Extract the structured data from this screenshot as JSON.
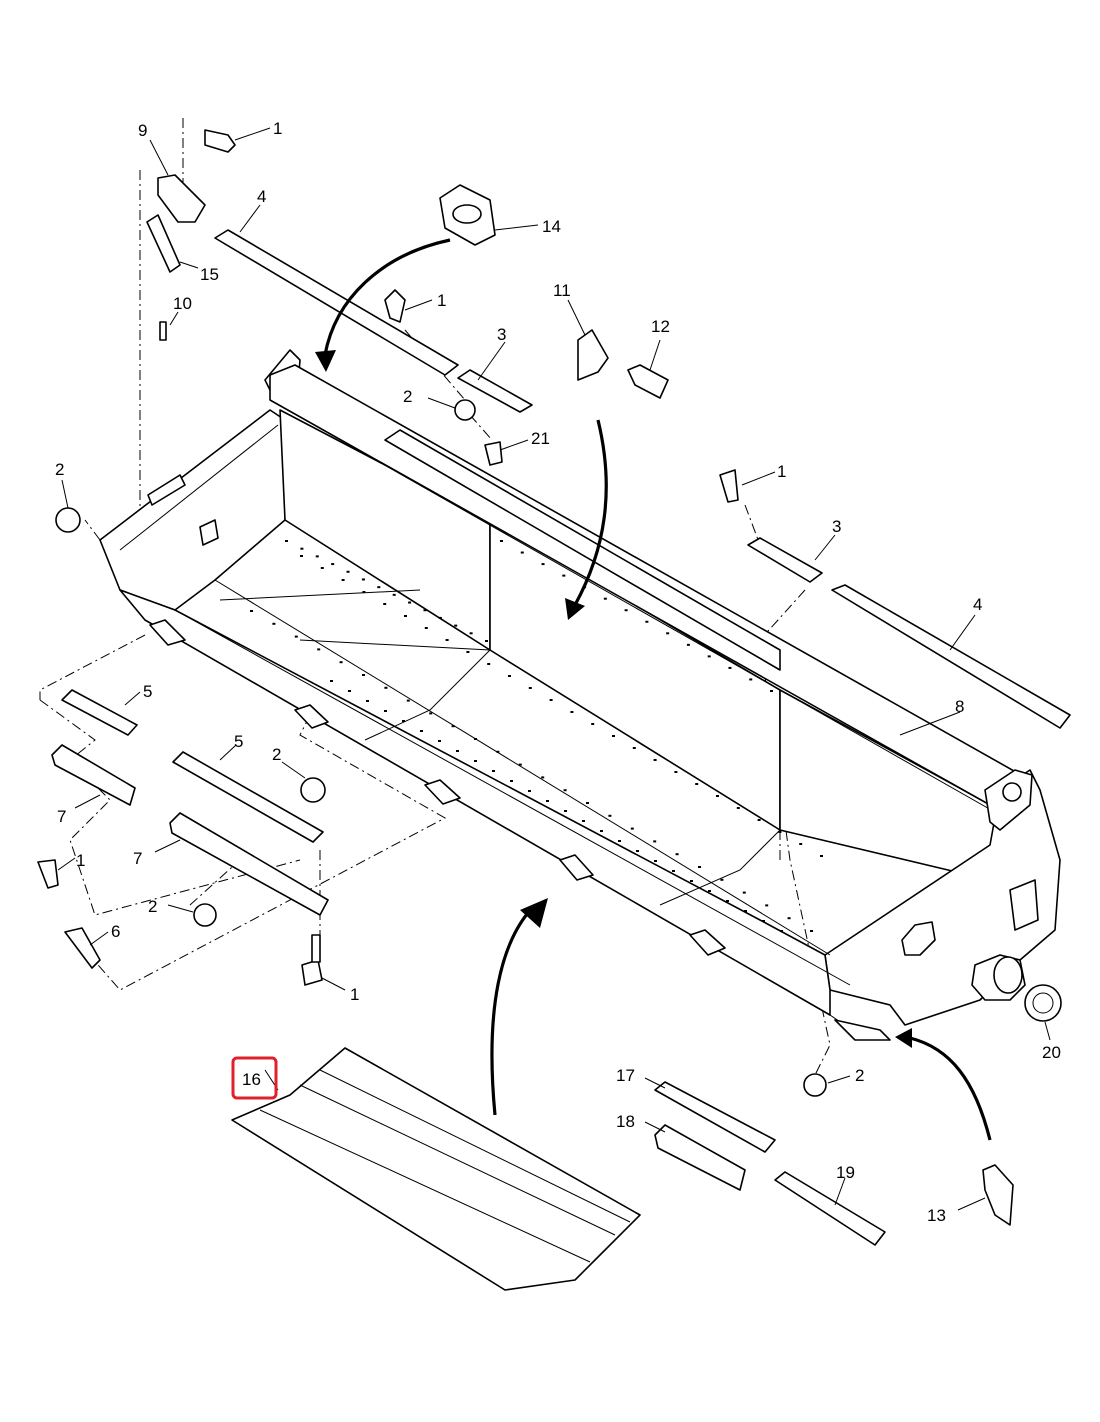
{
  "callouts": [
    {
      "id": "c1a",
      "text": "1"
    },
    {
      "id": "c1b",
      "text": "1"
    },
    {
      "id": "c1c",
      "text": "1"
    },
    {
      "id": "c1d",
      "text": "1"
    },
    {
      "id": "c1e",
      "text": "1"
    },
    {
      "id": "c2a",
      "text": "2"
    },
    {
      "id": "c2b",
      "text": "2"
    },
    {
      "id": "c2c",
      "text": "2"
    },
    {
      "id": "c2d",
      "text": "2"
    },
    {
      "id": "c2e",
      "text": "2"
    },
    {
      "id": "c3a",
      "text": "3"
    },
    {
      "id": "c3b",
      "text": "3"
    },
    {
      "id": "c4a",
      "text": "4"
    },
    {
      "id": "c4b",
      "text": "4"
    },
    {
      "id": "c5a",
      "text": "5"
    },
    {
      "id": "c5b",
      "text": "5"
    },
    {
      "id": "c6",
      "text": "6"
    },
    {
      "id": "c7a",
      "text": "7"
    },
    {
      "id": "c7b",
      "text": "7"
    },
    {
      "id": "c8",
      "text": "8"
    },
    {
      "id": "c9",
      "text": "9"
    },
    {
      "id": "c10",
      "text": "10"
    },
    {
      "id": "c11",
      "text": "11"
    },
    {
      "id": "c12",
      "text": "12"
    },
    {
      "id": "c13",
      "text": "13"
    },
    {
      "id": "c14",
      "text": "14"
    },
    {
      "id": "c15",
      "text": "15"
    },
    {
      "id": "c16",
      "text": "16"
    },
    {
      "id": "c17",
      "text": "17"
    },
    {
      "id": "c18",
      "text": "18"
    },
    {
      "id": "c19",
      "text": "19"
    },
    {
      "id": "c20",
      "text": "20"
    },
    {
      "id": "c21",
      "text": "21"
    }
  ],
  "highlight": {
    "part": "16",
    "color": "#e0202a"
  }
}
